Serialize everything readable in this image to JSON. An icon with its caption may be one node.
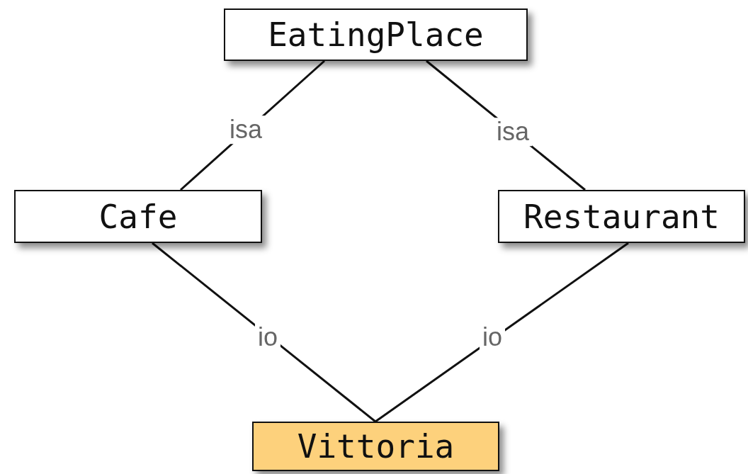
{
  "diagram": {
    "nodes": [
      {
        "text": [
          "EatingPlace"
        ]
      },
      {
        "text": [
          "Cafe"
        ]
      },
      {
        "text": [
          "Restaurant"
        ]
      },
      {
        "text": [
          "Vittoria"
        ]
      }
    ],
    "edges": [
      {
        "from": 1,
        "to": 0,
        "arrow": "none",
        "label": "isa"
      },
      {
        "from": 2,
        "to": 0,
        "arrow": "none",
        "label": "isa"
      },
      {
        "from": 3,
        "to": 1,
        "arrow": "none",
        "label": "io"
      },
      {
        "from": 3,
        "to": 2,
        "arrow": "none",
        "label": "io"
      }
    ]
  }
}
